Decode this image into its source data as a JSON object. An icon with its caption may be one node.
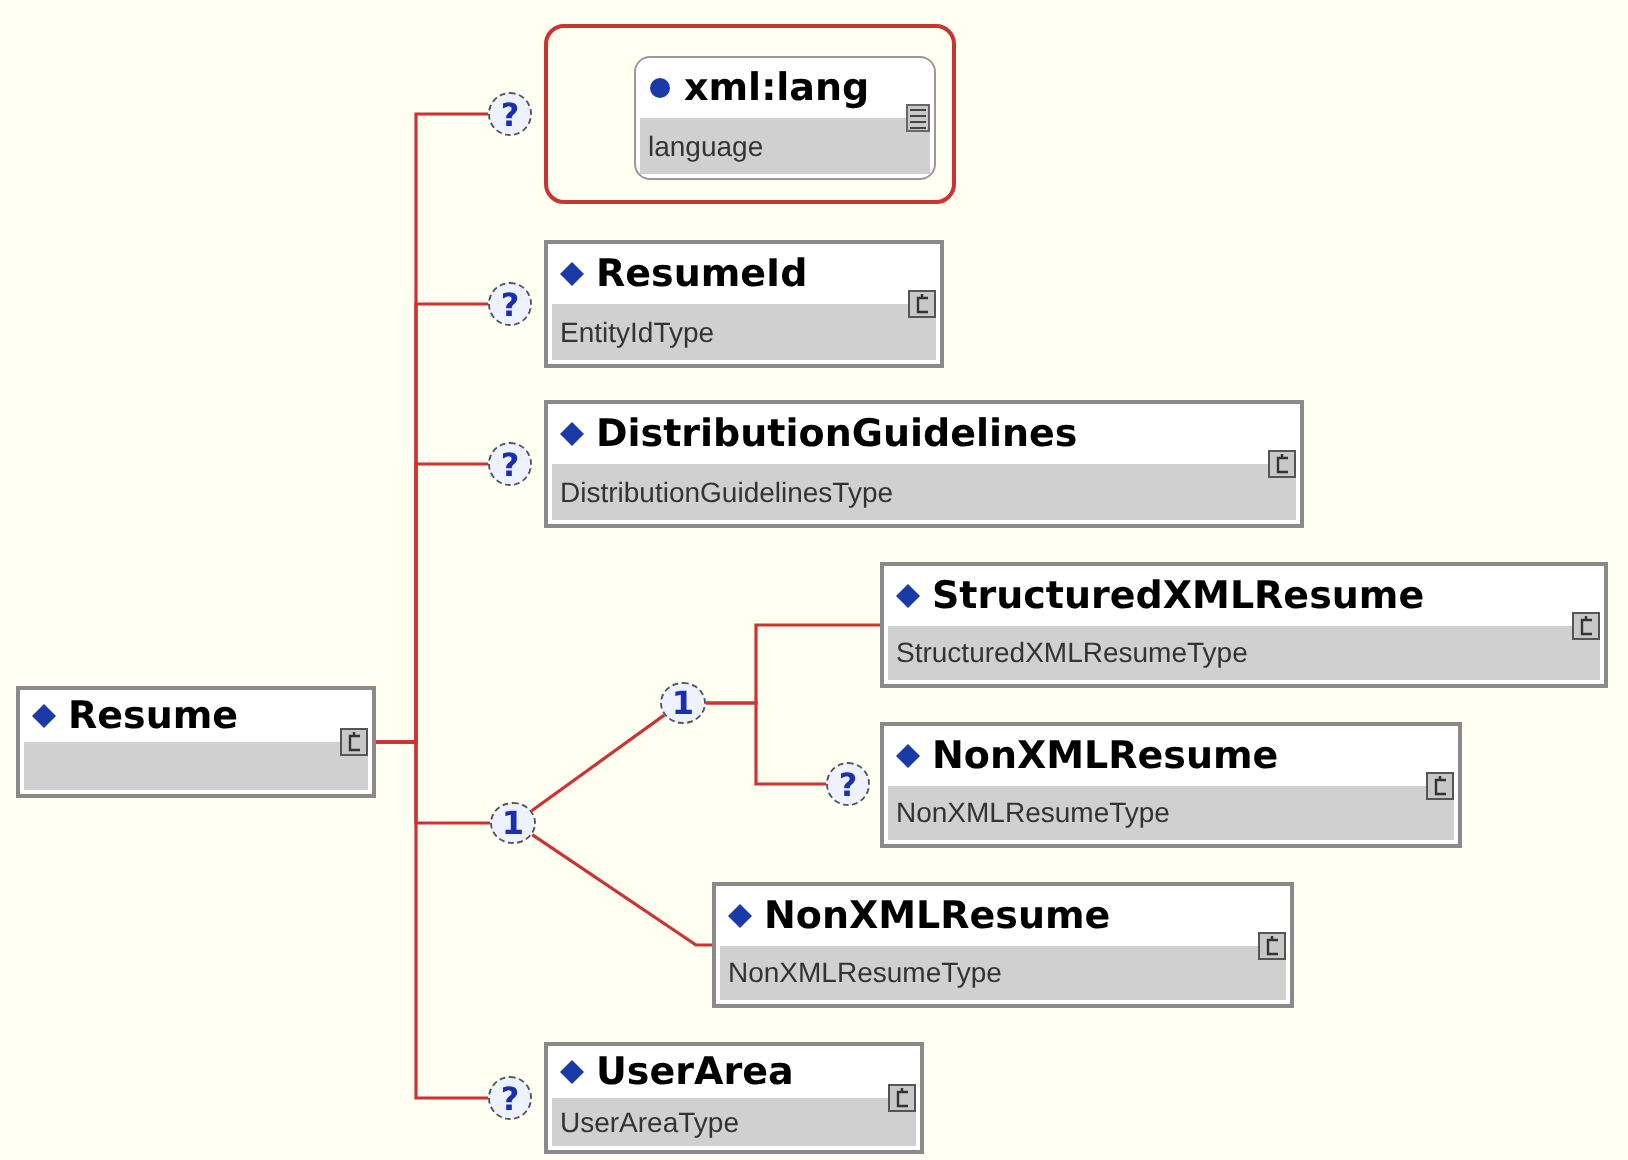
{
  "diagram": {
    "nodes": [
      {
        "text": [
          "Resume"
        ]
      },
      {
        "text": [
          "?"
        ]
      },
      {
        "text": [],
        "shape": "box"
      },
      {
        "text": [
          "xml:lang",
          "language"
        ],
        "in": 2
      },
      {
        "text": [
          "?"
        ]
      },
      {
        "text": [
          "ResumeId",
          "EntityIdType"
        ]
      },
      {
        "text": [
          "?"
        ]
      },
      {
        "text": [
          "DistributionGuidelines",
          "DistributionGuidelinesType"
        ]
      },
      {
        "text": [
          "1"
        ]
      },
      {
        "text": [
          "1"
        ]
      },
      {
        "text": [
          "StructuredXMLResume",
          "StructuredXMLResumeType"
        ]
      },
      {
        "text": [
          "?"
        ]
      },
      {
        "text": [
          "NonXMLResume",
          "NonXMLResumeType"
        ]
      },
      {
        "text": [
          "NonXMLResume",
          "NonXMLResumeType"
        ]
      },
      {
        "text": [
          "?"
        ]
      },
      {
        "text": [
          "UserArea",
          "UserAreaType"
        ]
      }
    ],
    "edges": [
      {
        "from": 0,
        "to": 1,
        "arrow": "none"
      },
      {
        "from": 0,
        "to": 4,
        "arrow": "none"
      },
      {
        "from": 0,
        "to": 6,
        "arrow": "none"
      },
      {
        "from": 0,
        "to": 8,
        "arrow": "none"
      },
      {
        "from": 0,
        "to": 14,
        "arrow": "none"
      },
      {
        "from": 8,
        "to": 9,
        "arrow": "none"
      },
      {
        "from": 8,
        "to": 13,
        "arrow": "none"
      },
      {
        "from": 9,
        "to": 10,
        "arrow": "none"
      },
      {
        "from": 9,
        "to": 11,
        "arrow": "none"
      }
    ]
  }
}
